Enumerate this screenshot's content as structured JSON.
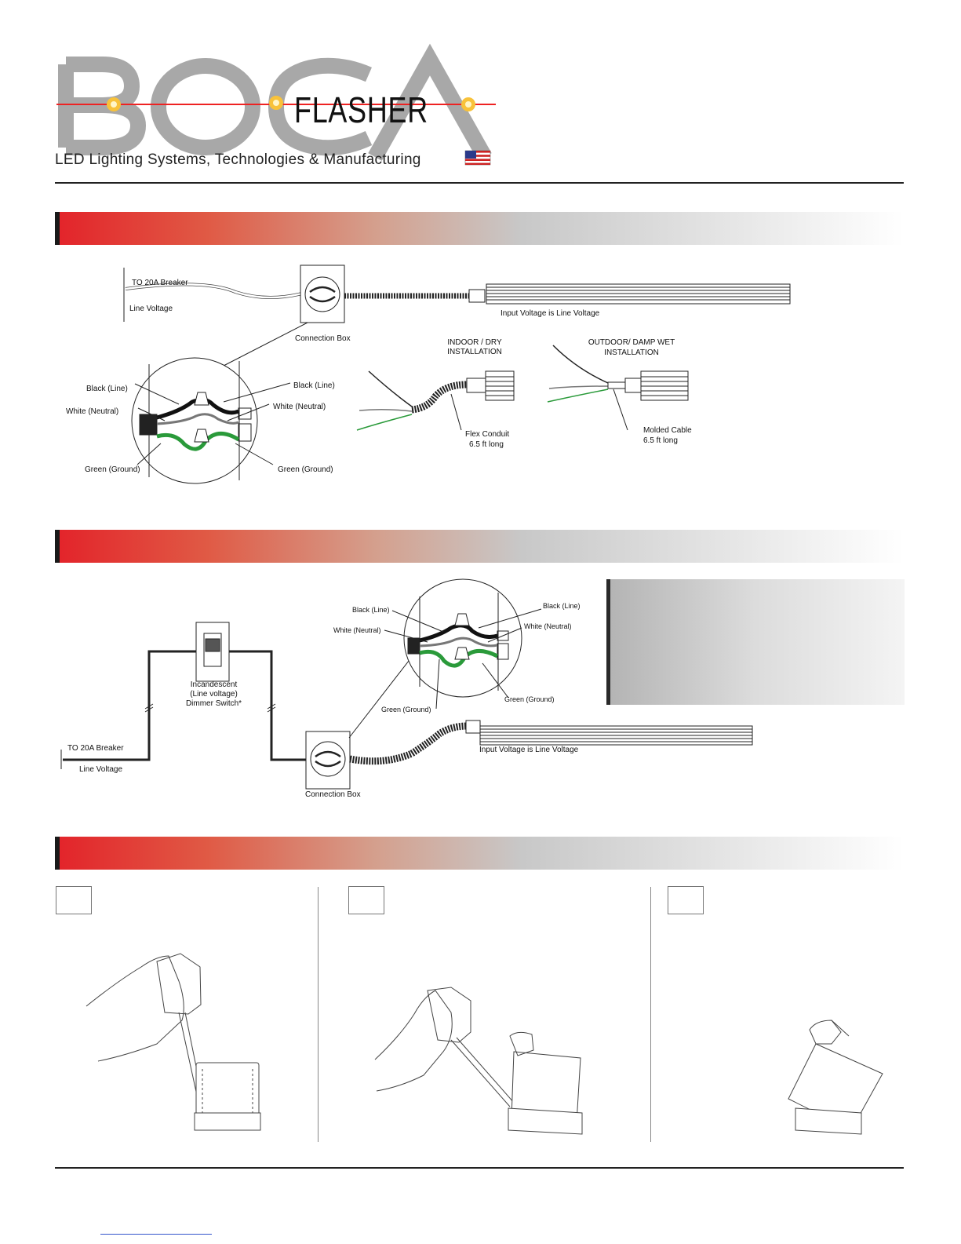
{
  "brand": {
    "logo_word": "BOCA",
    "sub_word": "FLASHER",
    "tagline": "LED Lighting Systems, Technologies & Manufacturing"
  },
  "diagram1": {
    "to_breaker": "TO 20A Breaker",
    "line_voltage": "Line Voltage",
    "connection_box": "Connection Box",
    "input_voltage": "Input Voltage is Line Voltage",
    "black_line_left": "Black (Line)",
    "white_neutral_left": "White (Neutral)",
    "green_ground_left": "Green (Ground)",
    "black_line_right": "Black (Line)",
    "white_neutral_right": "White (Neutral)",
    "green_ground_right": "Green (Ground)",
    "indoor_title_1": "INDOOR / DRY",
    "indoor_title_2": "INSTALLATION",
    "outdoor_title_1": "OUTDOOR/ DAMP WET",
    "outdoor_title_2": "INSTALLATION",
    "flex_conduit_1": "Flex Conduit",
    "flex_conduit_2": "6.5 ft long",
    "molded_cable_1": "Molded Cable",
    "molded_cable_2": "6.5 ft long"
  },
  "diagram2": {
    "black_line_left": "Black (Line)",
    "white_neutral_left": "White (Neutral)",
    "black_line_right": "Black (Line)",
    "white_neutral_right": "White (Neutral)",
    "green_ground_left": "Green (Ground)",
    "green_ground_right": "Green (Ground)",
    "dimmer_1": "Incandescent",
    "dimmer_2": "(Line voltage)",
    "dimmer_3": "Dimmer Switch*",
    "to_breaker": "TO 20A Breaker",
    "line_voltage": "Line Voltage",
    "connection_box": "Connection Box",
    "input_voltage": "Input Voltage is Line Voltage"
  }
}
